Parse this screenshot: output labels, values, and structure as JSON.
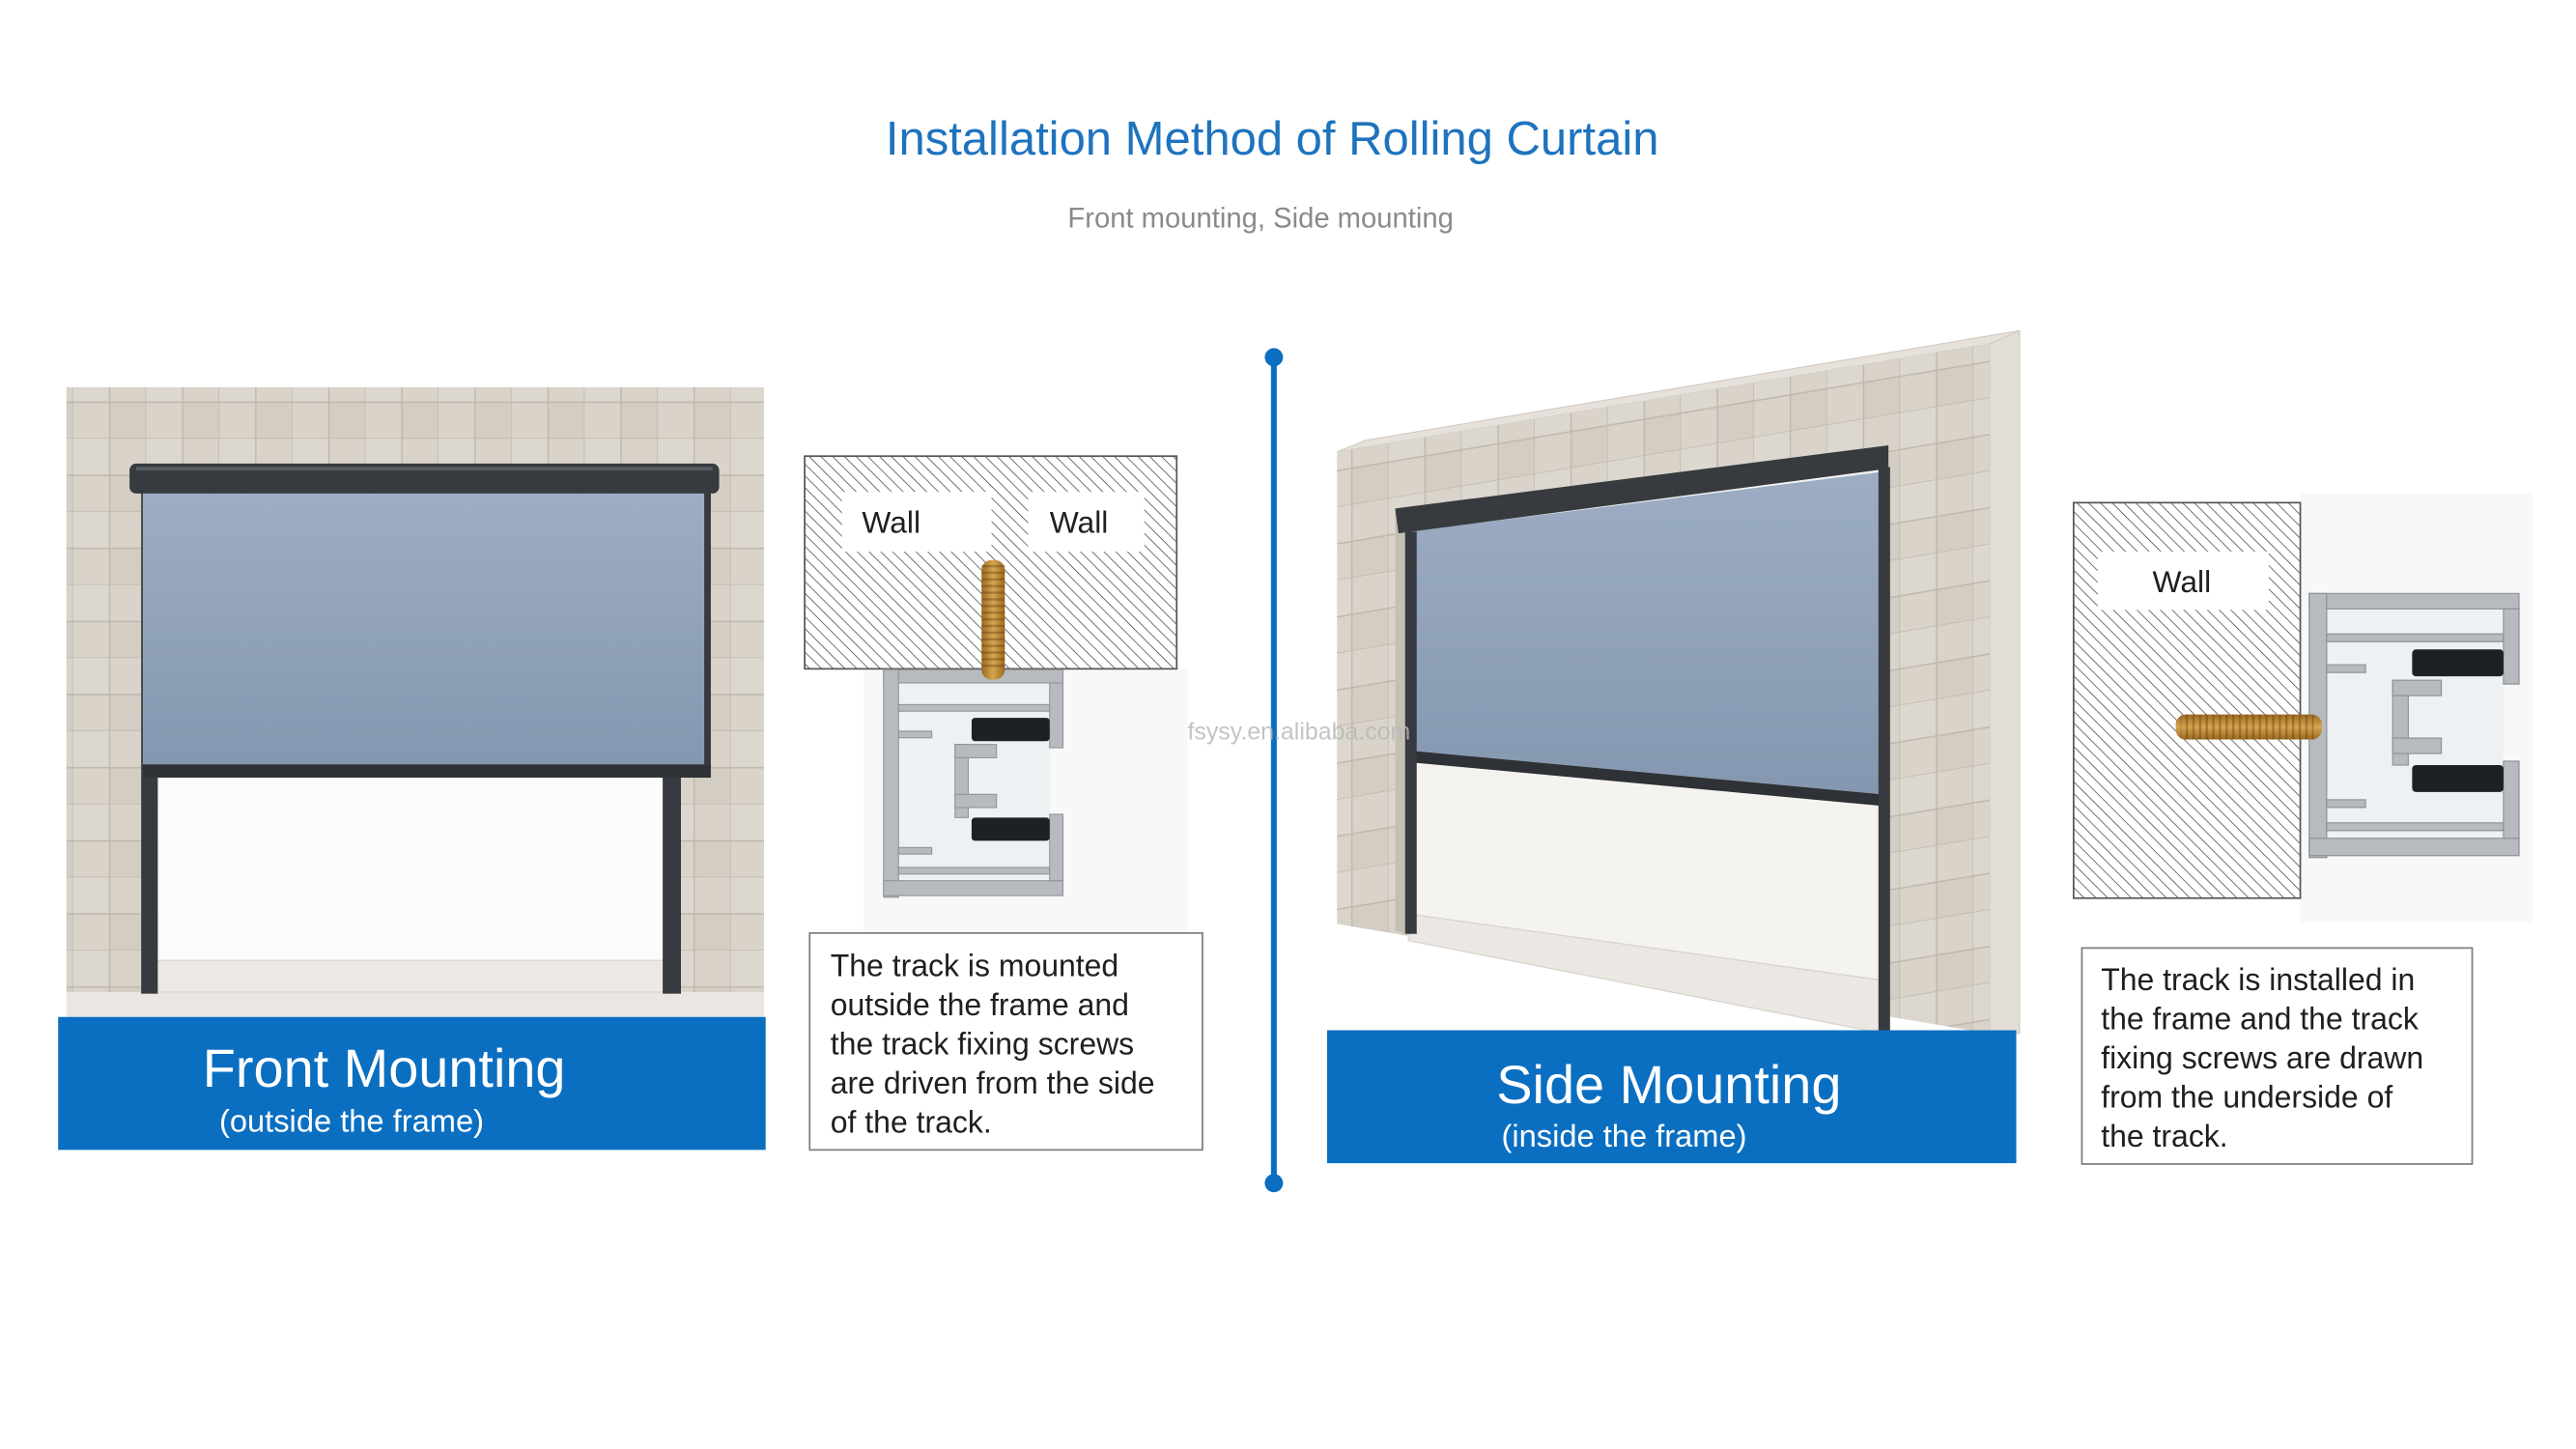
{
  "title": "Installation Method of Rolling Curtain",
  "subtitle": "Front mounting, Side mounting",
  "watermark": "fsysy.en.alibaba.com",
  "front_mounting": {
    "heading": "Front Mounting",
    "subheading": "(outside the frame)",
    "diagram_labels": [
      "Wall",
      "Wall"
    ],
    "description_lines": [
      "The track is mounted",
      "outside the frame and",
      "the track fixing screws",
      "are driven from the side",
      "of the track."
    ]
  },
  "side_mounting": {
    "heading": "Side Mounting",
    "subheading": "(inside the frame)",
    "diagram_labels": [
      "Wall"
    ],
    "description_lines": [
      "The track is installed in",
      "the frame and the track",
      "fixing screws are drawn",
      "from the underside of",
      "the track."
    ]
  },
  "colors": {
    "title": "#1e73be",
    "subtitle": "#8a8a8a",
    "banner": "#0b6fc1",
    "divider": "#0b6fc1",
    "curtain": "#8597b0",
    "frame": "#373b3f",
    "wall_tile": "#d9d3ca",
    "screw": "#d6a54e"
  }
}
